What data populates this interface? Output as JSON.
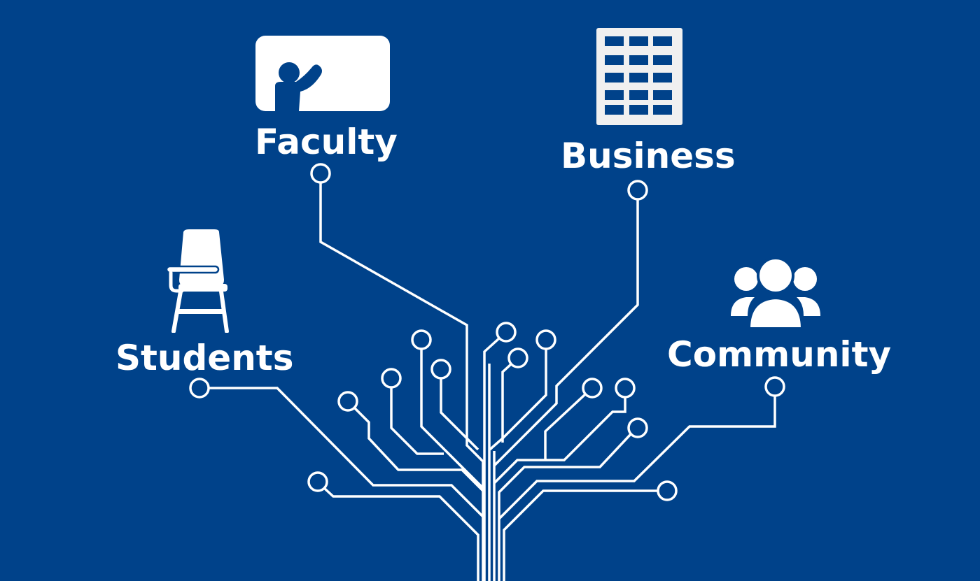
{
  "colors": {
    "background": "#00428a",
    "foreground": "#ffffff",
    "icon_light": "#f0f0f0"
  },
  "nodes": {
    "faculty": {
      "label": "Faculty",
      "icon": "teacher-board-icon"
    },
    "business": {
      "label": "Business",
      "icon": "office-building-icon"
    },
    "students": {
      "label": "Students",
      "icon": "student-desk-chair-icon"
    },
    "community": {
      "label": "Community",
      "icon": "people-group-icon"
    }
  }
}
